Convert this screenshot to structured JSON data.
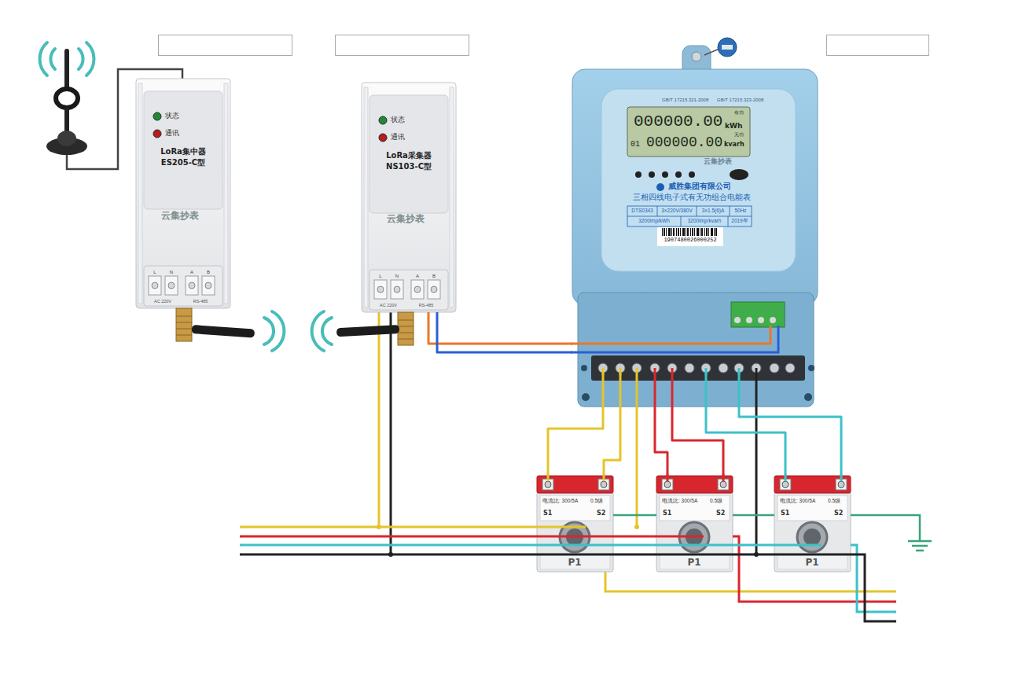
{
  "diagram": {
    "nodes": [
      {
        "text": [
          "状态",
          "通讯",
          "LoRa集中器",
          "ES205-C型",
          "L",
          "N",
          "A",
          "B",
          "AC 220V",
          "RS-485"
        ]
      },
      {
        "text": [
          "状态",
          "通讯",
          "LoRa采集器",
          "NS103-C型",
          "L",
          "N",
          "A",
          "B",
          "AC 220V",
          "RS-485"
        ]
      },
      {
        "text": [
          "GB/T 17215.321-2008",
          "GB/T 17215.323-2008",
          "有功",
          "000000.00",
          "kWh",
          "无功",
          "01",
          "000000.00",
          "kvarh",
          "威胜集团有限公司",
          "三相四线电子式有无功组合电能表",
          "DTS0343",
          "3×220V/380V",
          "3×1.5(6)A",
          "50Hz",
          "3200imp/kWh",
          "3200imp/kvarh",
          "2019年",
          "1907480026000252"
        ]
      },
      {
        "text": [
          "电流比: 300/5A",
          "0.5级",
          "S1",
          "S2",
          "P1"
        ]
      },
      {
        "text": [
          "电流比: 300/5A",
          "0.5级",
          "S1",
          "S2",
          "P1"
        ]
      },
      {
        "text": [
          "电流比: 300/5A",
          "0.5级",
          "S1",
          "S2",
          "P1"
        ]
      }
    ],
    "edges": [
      {
        "from": 1,
        "to": 2,
        "arrow": "none"
      },
      {
        "from": 1,
        "to": 2,
        "arrow": "none"
      },
      {
        "from": 2,
        "to": 3,
        "arrow": "none"
      },
      {
        "from": 2,
        "to": 3,
        "arrow": "none"
      },
      {
        "from": 2,
        "to": 4,
        "arrow": "none"
      },
      {
        "from": 2,
        "to": 4,
        "arrow": "none"
      },
      {
        "from": 2,
        "to": 5,
        "arrow": "none"
      },
      {
        "from": 2,
        "to": 5,
        "arrow": "none"
      }
    ],
    "labels": [
      "云集抄表",
      "云集抄表",
      "云集抄表"
    ]
  }
}
